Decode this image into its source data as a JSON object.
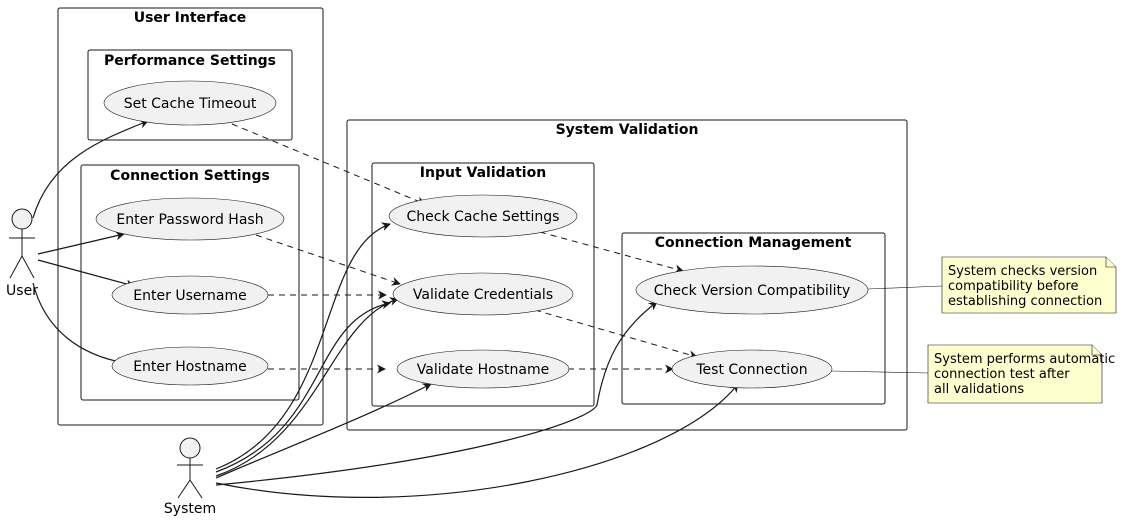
{
  "packages": {
    "user_interface": "User Interface",
    "performance_settings": "Performance Settings",
    "connection_settings": "Connection Settings",
    "system_validation": "System Validation",
    "input_validation": "Input Validation",
    "connection_management": "Connection Management"
  },
  "use_cases": {
    "set_cache_timeout": "Set Cache Timeout",
    "enter_password_hash": "Enter Password Hash",
    "enter_username": "Enter Username",
    "enter_hostname": "Enter Hostname",
    "check_cache_settings": "Check Cache Settings",
    "validate_credentials": "Validate Credentials",
    "validate_hostname": "Validate Hostname",
    "check_version_compatibility": "Check Version Compatibility",
    "test_connection": "Test Connection"
  },
  "actors": {
    "user": "User",
    "system": "System"
  },
  "notes": {
    "version_note": [
      "System checks version",
      "compatibility before",
      "establishing connection"
    ],
    "connection_note": [
      "System performs automatic",
      "connection test after",
      "all validations"
    ]
  },
  "colors": {
    "use_case_fill": "#f1f1f1",
    "note_fill": "#fefece",
    "line": "#181818"
  }
}
